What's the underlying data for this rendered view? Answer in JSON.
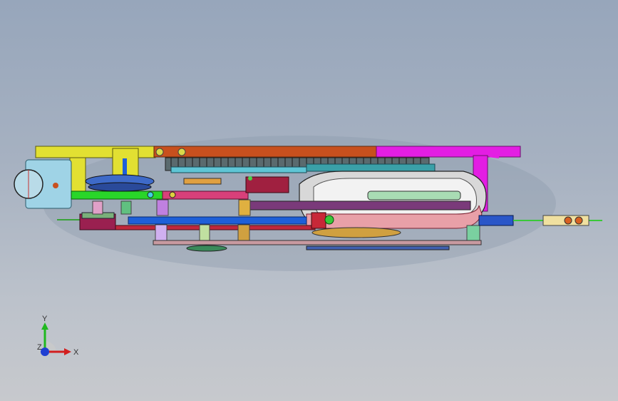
{
  "viewport": {
    "background_top": "#97a6bb",
    "background_bottom": "#c7c9cd"
  },
  "model": {
    "colors": {
      "yellow_plate": "#e2e032",
      "orange_plate": "#c8501e",
      "magenta_plate": "#e31ee3",
      "cyan_bracket": "#9fd3e6",
      "green_bar": "#29d629",
      "belt_white": "#f2f2f2",
      "shaft_blue": "#1e5fd8",
      "rail_red": "#c0283c",
      "gear_gray": "#4a4a4a"
    }
  },
  "triad": {
    "x_label": "X",
    "y_label": "Y",
    "z_label": "Z",
    "x_color": "#d21f1f",
    "y_color": "#1fb81f",
    "z_color": "#1f3fd2"
  }
}
